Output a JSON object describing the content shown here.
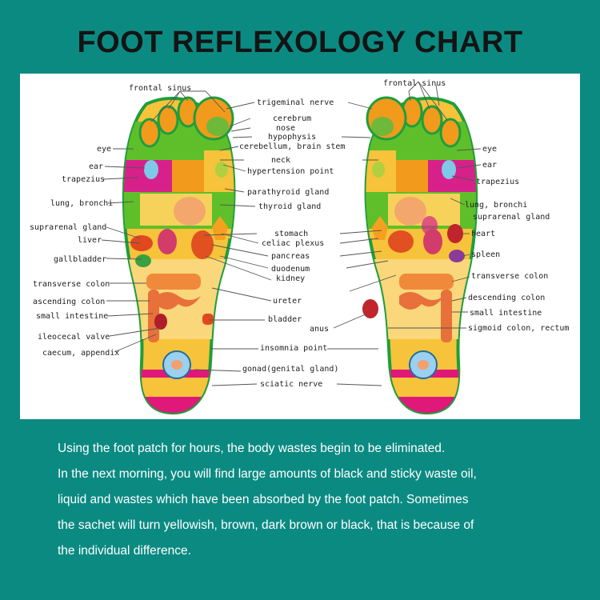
{
  "title": "FOOT REFLEXOLOGY CHART",
  "colors": {
    "background": "#0b8a82",
    "panel": "#ffffff",
    "foot_outline": "#1e9e3c",
    "sole": "#f6c33a",
    "heel": "#e0187a",
    "green_zone": "#5fbf2a",
    "orange_zone": "#f29a1c",
    "magenta_zone": "#d8208b",
    "leader_line": "#555555"
  },
  "labels": {
    "frontal_sinus_l": "frontal sinus",
    "frontal_sinus_r": "frontal sinus",
    "eye_l": "eye",
    "eye_r": "eye",
    "ear_l": "ear",
    "ear_r": "ear",
    "trapezius_l": "trapezius",
    "trapezius_r": "trapezius",
    "lung_l": "lung, bronchi",
    "lung_r": "lung, bronchi",
    "suprarenal_l": "suprarenal gland",
    "suprarenal_r": "suprarenal gland",
    "liver": "liver",
    "heart": "heart",
    "gallbladder": "gallbladder",
    "spleen": "spleen",
    "transverse_colon_l": "transverse colon",
    "transverse_colon_r": "transverse colon",
    "ascending_colon": "ascending colon",
    "descending_colon": "descending colon",
    "small_intestine_l": "small intestine",
    "small_intestine_r": "small intestine",
    "ileocecal_valve": "ileocecal valve",
    "sigmoid_colon": "sigmoid colon, rectum",
    "caecum": "caecum, appendix",
    "anus": "anus",
    "trigeminal": "trigeminal nerve",
    "cerebrum": "cerebrum",
    "nose": "nose",
    "hypophysis": "hypophysis",
    "cerebellum": "cerebellum, brain stem",
    "neck": "neck",
    "hypertension": "hypertension point",
    "parathyroid": "parathyroid gland",
    "thyroid": "thyroid gland",
    "stomach": "stomach",
    "celiac": "celiac plexus",
    "pancreas": "pancreas",
    "duodenum": "duodenum",
    "kidney": "kidney",
    "ureter": "ureter",
    "bladder": "bladder",
    "insomnia": "insomnia point",
    "gonad": "gonad(genital gland)",
    "sciatic": "sciatic nerve"
  },
  "paragraph": [
    "Using the foot patch for hours, the body wastes begin to be eliminated.",
    "In the next morning, you will find large amounts of black and sticky waste oil,",
    "liquid and wastes which have been absorbed by the foot patch. Sometimes",
    "the sachet will turn yellowish, brown, dark brown or black, that is because of",
    "the individual difference."
  ]
}
